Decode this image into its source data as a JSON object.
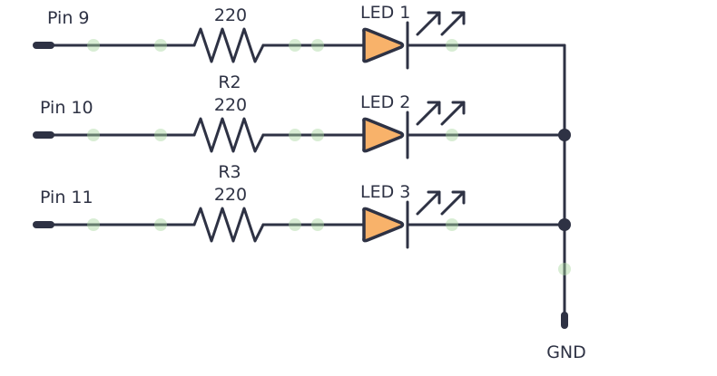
{
  "diagram": {
    "type": "circuit-schematic",
    "rows": [
      {
        "pin_label": "Pin 9",
        "resistor_name": "",
        "resistor_value": "220",
        "led_label": "LED 1"
      },
      {
        "pin_label": "Pin 10",
        "resistor_name": "R2",
        "resistor_value": "220",
        "led_label": "LED 2"
      },
      {
        "pin_label": "Pin 11",
        "resistor_name": "R3",
        "resistor_value": "220",
        "led_label": "LED 3"
      }
    ],
    "ground_label": "GND",
    "colors": {
      "wire": "#2e3244",
      "led_fill": "#f8b26a",
      "connection_point": "#a8d8a0"
    }
  }
}
